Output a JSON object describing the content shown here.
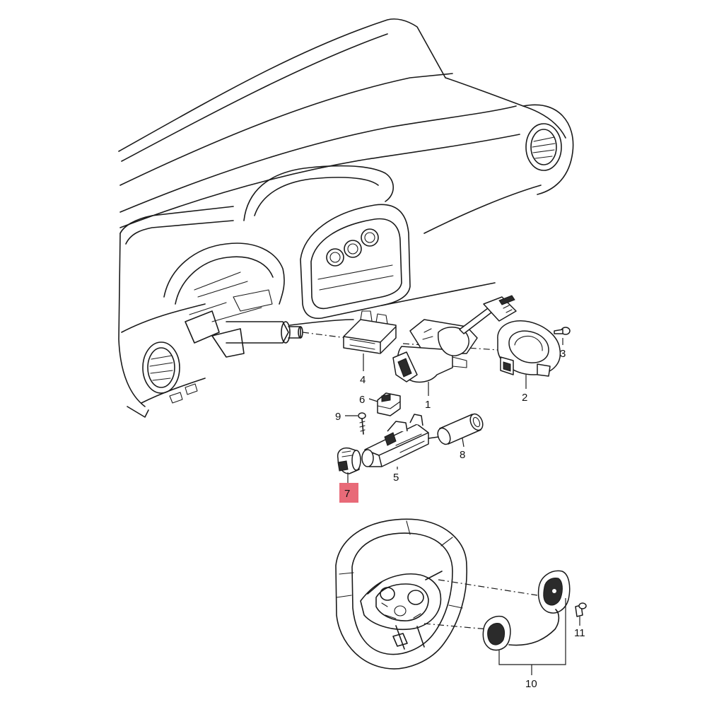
{
  "labels": {
    "p1": "1",
    "p2": "2",
    "p3": "3",
    "p4": "4",
    "p5": "5",
    "p6": "6",
    "p7": "7",
    "p8": "8",
    "p9": "9",
    "p10": "10",
    "p11": "11"
  },
  "highlight_color": "#e86a78"
}
